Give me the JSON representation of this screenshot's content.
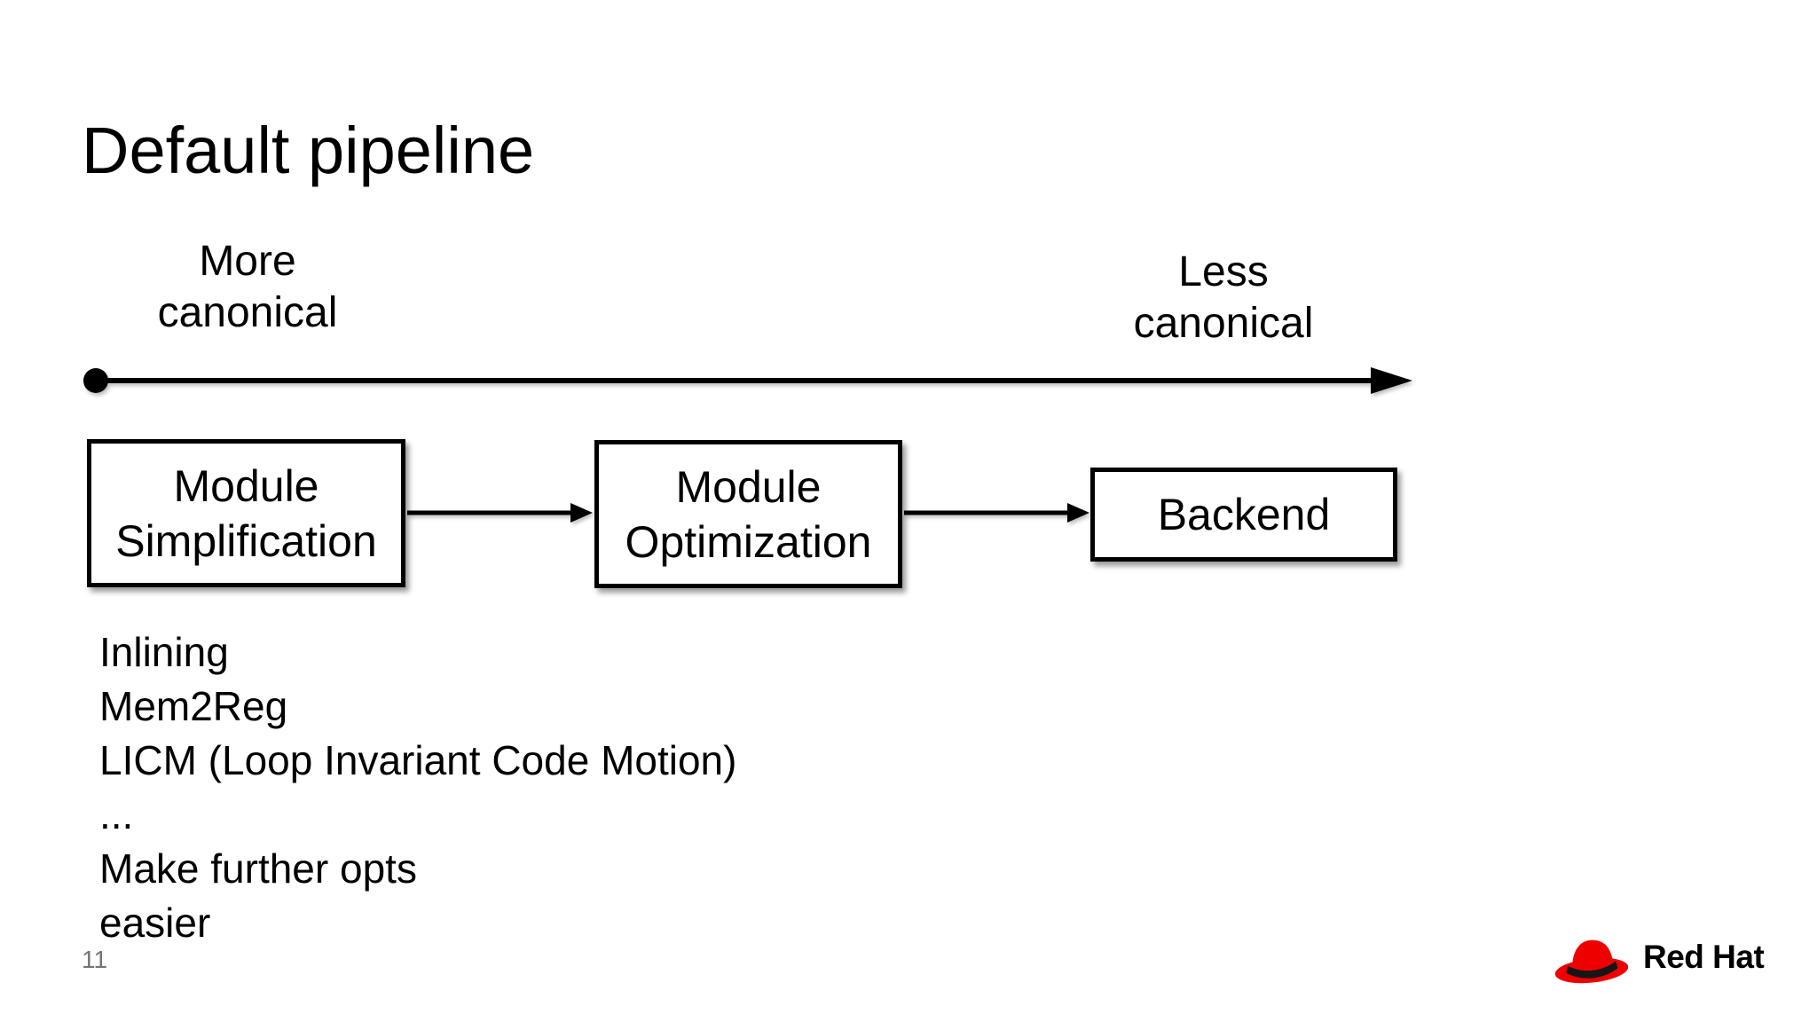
{
  "slide": {
    "title": "Default pipeline",
    "page_number": "11",
    "axis": {
      "left_label": [
        "More",
        "canonical"
      ],
      "right_label": [
        "Less",
        "canonical"
      ]
    },
    "boxes": [
      {
        "lines": [
          "Module",
          "Simplification"
        ]
      },
      {
        "lines": [
          "Module",
          "Optimization"
        ]
      },
      {
        "lines": [
          "Backend"
        ]
      }
    ],
    "pass_list": [
      "Inlining",
      "Mem2Reg",
      "LICM (Loop Invariant Code Motion)",
      "...",
      "Make further opts",
      "easier"
    ],
    "logo": {
      "text": "Red Hat"
    },
    "colors": {
      "text": "#000000",
      "muted": "#757575",
      "brand_red": "#ee0000"
    }
  }
}
